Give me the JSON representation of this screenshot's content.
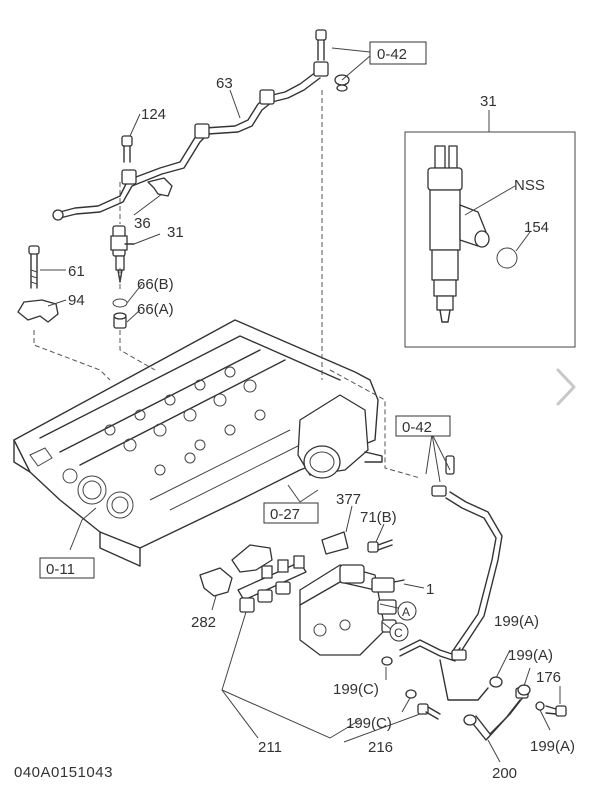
{
  "diagram_code": "040A0151043",
  "labels": {
    "ref_0_42_top": "0-42",
    "ref_0_42_mid": "0-42",
    "ref_0_27": "0-27",
    "ref_0_11": "0-11",
    "p63": "63",
    "p124": "124",
    "p36": "36",
    "p31": "31",
    "p31_inset": "31",
    "p61": "61",
    "p94": "94",
    "p66b": "66(B)",
    "p66a": "66(A)",
    "nss": "NSS",
    "p154": "154",
    "p377": "377",
    "p71b": "71(B)",
    "p1": "1",
    "p282": "282",
    "circ_a": "A",
    "circ_c": "C",
    "p199c_1": "199(C)",
    "p199c_2": "199(C)",
    "p199a_1": "199(A)",
    "p199a_2": "199(A)",
    "p199a_3": "199(A)",
    "p176": "176",
    "p211": "211",
    "p216": "216",
    "p200": "200"
  },
  "icons": {
    "next": "chevron-right-icon"
  }
}
